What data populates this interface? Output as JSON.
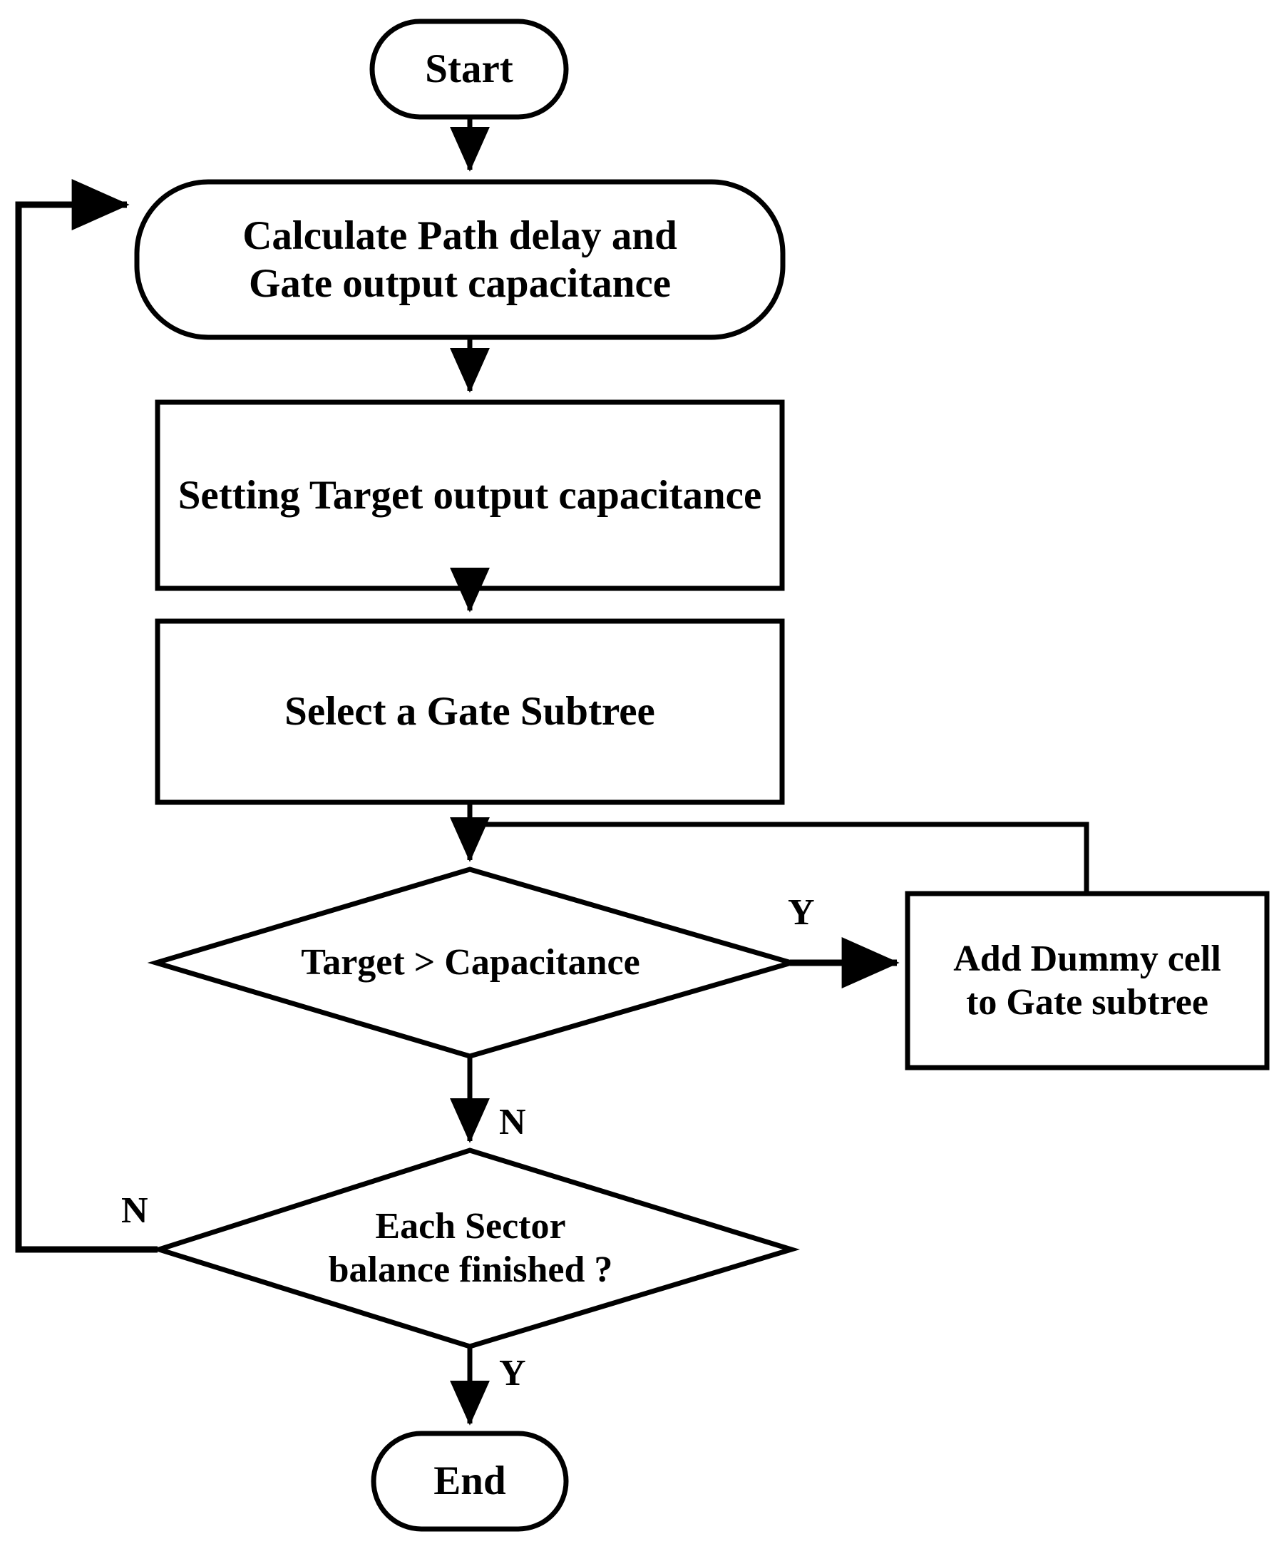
{
  "diagram": {
    "title": "Gate subtree capacitance balancing flowchart",
    "type": "flowchart",
    "stroke_color": "#000000",
    "fill_color": "#ffffff",
    "nodes": [
      {
        "id": "start",
        "shape": "stadium",
        "label": "Start"
      },
      {
        "id": "calculate",
        "shape": "stadium",
        "label": "Calculate Path delay and\nGate output capacitance"
      },
      {
        "id": "setting",
        "shape": "rectangle",
        "label": "Setting Target output capacitance"
      },
      {
        "id": "select",
        "shape": "rectangle",
        "label": "Select a Gate Subtree"
      },
      {
        "id": "target",
        "shape": "diamond",
        "label": "Target > Capacitance"
      },
      {
        "id": "adddummy",
        "shape": "rectangle",
        "label": "Add Dummy cell\nto Gate subtree"
      },
      {
        "id": "eachsector",
        "shape": "diamond",
        "label": "Each Sector\nbalance finished ?"
      },
      {
        "id": "end",
        "shape": "stadium",
        "label": "End"
      }
    ],
    "edges": [
      {
        "from": "start",
        "to": "calculate",
        "label": ""
      },
      {
        "from": "calculate",
        "to": "setting",
        "label": ""
      },
      {
        "from": "setting",
        "to": "select",
        "label": ""
      },
      {
        "from": "select",
        "to": "target",
        "label": ""
      },
      {
        "from": "target",
        "to": "adddummy",
        "label": "Y"
      },
      {
        "from": "adddummy",
        "to": "select",
        "label": ""
      },
      {
        "from": "target",
        "to": "eachsector",
        "label": "N"
      },
      {
        "from": "eachsector",
        "to": "calculate",
        "label": "N"
      },
      {
        "from": "eachsector",
        "to": "end",
        "label": "Y"
      }
    ],
    "edge_labels": {
      "target_yes": "Y",
      "target_no": "N",
      "sector_no": "N",
      "sector_yes": "Y"
    }
  }
}
